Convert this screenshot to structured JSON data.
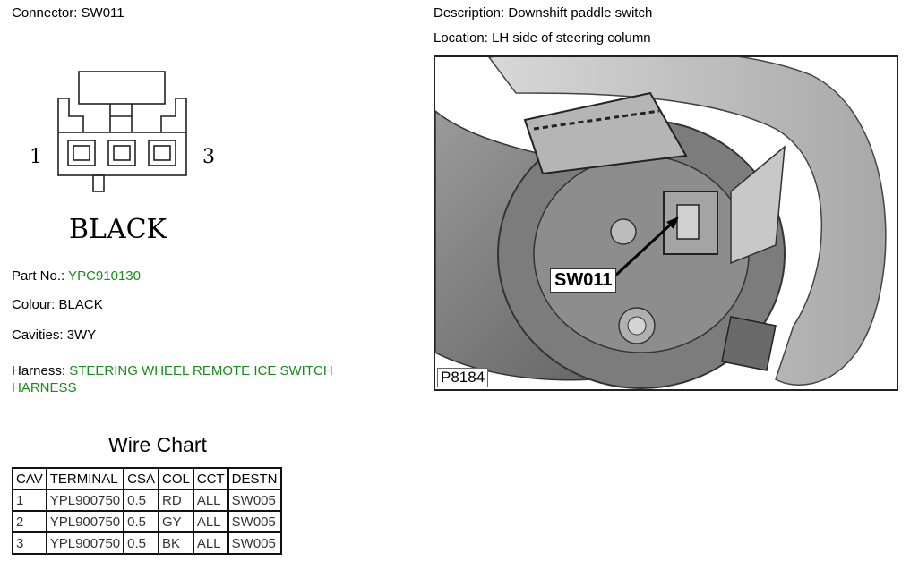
{
  "connector": {
    "label": "Connector:",
    "value": "SW011"
  },
  "description": {
    "label": "Description:",
    "value": "Downshift paddle switch"
  },
  "location": {
    "label": "Location:",
    "value": "LH side of steering column"
  },
  "drawing": {
    "pin_left": "1",
    "pin_right": "3",
    "colour_text": "BLACK"
  },
  "part_no": {
    "label": "Part No.:",
    "value": "YPC910130"
  },
  "colour": {
    "label": "Colour:",
    "value": "BLACK"
  },
  "cavities": {
    "label": "Cavities:",
    "value": "3WY"
  },
  "harness": {
    "label": "Harness:",
    "value_line1": "STEERING WHEEL REMOTE ICE SWITCH",
    "value_line2": "HARNESS"
  },
  "photo": {
    "ref": "P8184",
    "callout": "SW011"
  },
  "wire_chart": {
    "title": "Wire Chart",
    "headers": [
      "CAV",
      "TERMINAL",
      "CSA",
      "COL",
      "CCT",
      "DESTN"
    ],
    "rows": [
      [
        "1",
        "YPL900750",
        "0.5",
        "RD",
        "ALL",
        "SW005"
      ],
      [
        "2",
        "YPL900750",
        "0.5",
        "GY",
        "ALL",
        "SW005"
      ],
      [
        "3",
        "YPL900750",
        "0.5",
        "BK",
        "ALL",
        "SW005"
      ]
    ]
  }
}
